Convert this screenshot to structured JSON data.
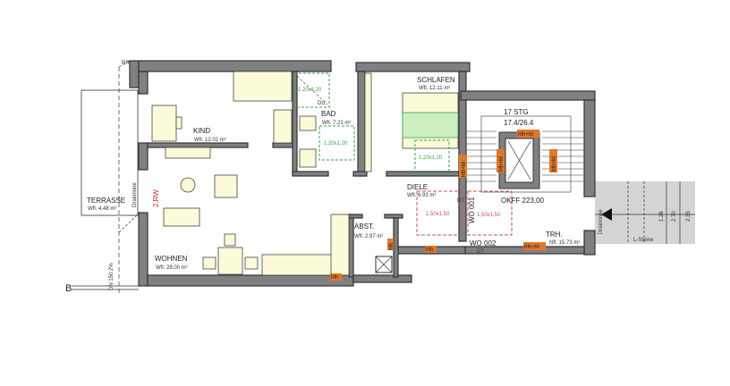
{
  "rooms": {
    "kind": {
      "name": "KIND",
      "area": "Wfl. 12.02 m²"
    },
    "bad": {
      "name": "BAD",
      "area": "Wfl. 7.21 m²"
    },
    "schlafen": {
      "name": "SCHLAFEN",
      "area": "Wfl. 12.11 m²"
    },
    "wohnen": {
      "name": "WOHNEN",
      "area": "Wfl. 28.00 m²"
    },
    "terrasse": {
      "name": "TERRASSE",
      "area": "Wfl. 4.48 m²"
    },
    "abst": {
      "name": "ABST.",
      "area": "Wfl. 2.97 m²"
    },
    "diele": {
      "name": "DIELE",
      "area": "Wfl. 6.93 m²"
    },
    "trh": {
      "name": "TRH.",
      "area": "Nfl. 15.73 m²"
    }
  },
  "labels": {
    "du": "DU",
    "shower_size": "1.20x1.20",
    "turn_circle_bad": "1.20x1.20",
    "turn_circle_schlafen": "1,20x1,20",
    "turn_circle_diele": "1,50x1,50",
    "turn_circle_trh": "1,50x1,50",
    "stairs_count": "17 STG",
    "stairs_ratio": "17.4/26.4",
    "okff": "OKFF 223,00",
    "dt1": "DT",
    "dt2": "DT",
    "wo001": "WO 001",
    "wo002": "WO 002",
    "rw": "2.RW",
    "drainrinne_left": "Drainrinne",
    "drainrinne_right": "Drainrinne",
    "dn": "DN 150 2%",
    "rr": "RR",
    "axis_b": "B",
    "l_steine": "L-Steine",
    "dim1": "1.26",
    "dim2": "2.70",
    "dim3": "2.35",
    "hfh": "hfh",
    "hfh_m": "hfh+M"
  },
  "colors": {
    "wall": "#808080",
    "furniture": "#fbfbd9",
    "tag": "#e0782a",
    "green": "#3aa04a",
    "red": "#c85060"
  }
}
